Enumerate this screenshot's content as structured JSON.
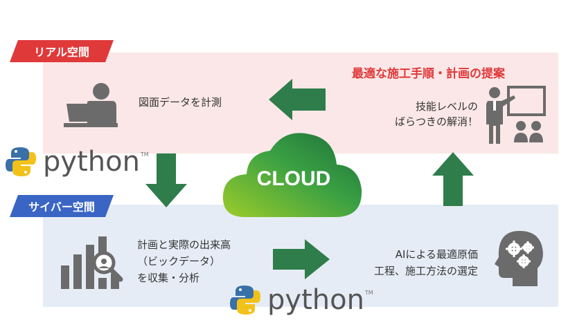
{
  "real": {
    "tag": "リアル空間",
    "title": "最適な施工手順・計画の提案",
    "measure_text": "図面データを計測",
    "solve_line1": "技能レベルの",
    "solve_line2": "ばらつきの解消！"
  },
  "cyber": {
    "tag": "サイバー空間",
    "collect_line1": "計画と実際の出来高",
    "collect_line2": "（ビックデータ）",
    "collect_line3": "を収集・分析",
    "ai_line1": "AIによる最適原価",
    "ai_line2": "工程、施工方法の選定"
  },
  "cloud": {
    "label": "CLOUD"
  },
  "python": {
    "word": "python",
    "tm": "TM"
  },
  "colors": {
    "red": "#e0393a",
    "blue": "#3a65c4",
    "arrow_green": "#2e7d4a",
    "real_bg": "#fbe7e7",
    "cyber_bg": "#e6ecf6",
    "icon_gray": "#6b6b6b"
  },
  "icons": [
    "person-at-computer-icon",
    "presenter-whiteboard-icon",
    "bar-chart-magnifier-icon",
    "head-gears-icon",
    "cloud-icon",
    "python-logo-icon"
  ]
}
